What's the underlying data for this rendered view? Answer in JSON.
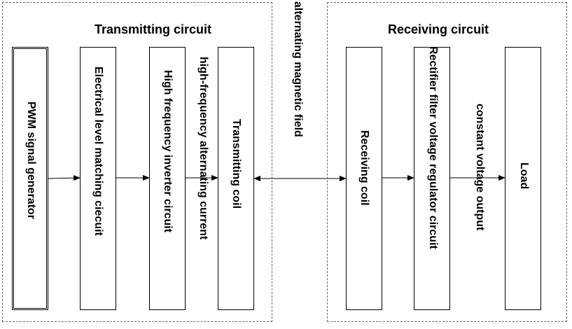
{
  "groups": {
    "transmitting": {
      "title": "Transmitting circuit"
    },
    "receiving": {
      "title": "Receiving circuit"
    }
  },
  "blocks": {
    "pwm": "PWM signal generator",
    "level_matching": "Electrical level matching ciecuit",
    "inverter": "High frequency inverter circuit",
    "transmitting_coil": "Transmitting coil",
    "receiving_coil": "Receiving coil",
    "rectifier": "Rectifier filter voltage regulator circuit",
    "load": "Load"
  },
  "connections": {
    "high_freq_current": "high-frequency alternating current",
    "magnetic_field": "alternating magnetic field",
    "constant_voltage": "constant voltage output"
  }
}
